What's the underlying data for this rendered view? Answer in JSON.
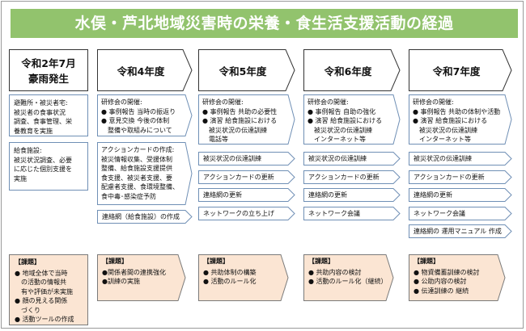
{
  "title": "水俣・芦北地域災害時の栄養・食生活支援活動の経過",
  "colors": {
    "title_bg": "#92c36d",
    "issue_bg": "#fbe5d3",
    "box_border": "#6f8fb5"
  },
  "columns": [
    {
      "header": [
        "令和2年7月",
        "豪雨発生"
      ],
      "boxes": [
        [
          "避難所・被災者宅:",
          "被災者の食事状況",
          "調査、食事管理、栄",
          "養教育を実施"
        ],
        [
          "給食施設:",
          "被災状況調査、必要",
          "に応じた個別支援を",
          "実施"
        ]
      ],
      "items": [],
      "issue_label": "【課題】",
      "issues": [
        "● 地域全体で当時",
        "　の活動の情報共",
        "　有や評価が未実施",
        "● 顔の見える関係",
        "　づくり",
        "● 活動ツールの作成"
      ]
    },
    {
      "header": [
        "令和4年度"
      ],
      "boxes": [
        [
          "研修会の開催:",
          "● 事例報告 当時の振返り",
          "● 意見交換 今後の体制",
          "　整備や取組みについて"
        ],
        [
          "アクションカードの作成:",
          "被災情報収集、受援体制",
          "整備、給食施設支援提供",
          "食支援、被災者支援、要",
          "配慮者支援、食環境整備、",
          "食中毒･感染症予防"
        ]
      ],
      "items": [
        "連絡網（給食施設）の作成"
      ],
      "issue_label": "【課題】",
      "issues": [
        "●関係者間の連携強化",
        "●訓練の実施"
      ]
    },
    {
      "header": [
        "令和5年度"
      ],
      "boxes": [
        [
          "研修会の開催:",
          "● 事例報告 共助の必要性",
          "● 演習 給食施設における",
          "　被災状況の伝達訓練",
          "　電話等"
        ]
      ],
      "items": [
        "被災状況の伝達訓練",
        "アクションカードの更新",
        "連絡網の更新",
        "ネットワークの立ち上げ"
      ],
      "issue_label": "【課題】",
      "issues": [
        "● 共助体制の構築",
        "● 活動のルール化"
      ]
    },
    {
      "header": [
        "令和6年度"
      ],
      "boxes": [
        [
          "研修会の開催:",
          "● 事例報告 自助の強化",
          "● 演習 給食施設における",
          "　被災状況の伝達訓練",
          "　インターネット等"
        ]
      ],
      "items": [
        "被災状況の伝達訓練",
        "アクションカードの更新",
        "連絡網の更新",
        "ネットワーク会議"
      ],
      "issue_label": "【課題】",
      "issues": [
        "● 共助内容の検討",
        "● 活動のルール化（継続）"
      ]
    },
    {
      "header": [
        "令和7年度"
      ],
      "boxes": [
        [
          "研修会の開催:",
          "● 事例報告 共助の体制や活動",
          "● 演習 給食施設における",
          "　被災状況の伝達訓練",
          "　インターネット等"
        ]
      ],
      "items": [
        "被災状況の伝達訓練",
        "アクションカードの更新",
        "連絡網の更新",
        "ネットワーク会議",
        "連絡網の 運用マニュアル 作成"
      ],
      "issue_label": "【課題】",
      "issues": [
        "● 物資備蓄訓練の検討",
        "● 公助内容の検討",
        "● 伝達訓練の 継続"
      ]
    }
  ]
}
